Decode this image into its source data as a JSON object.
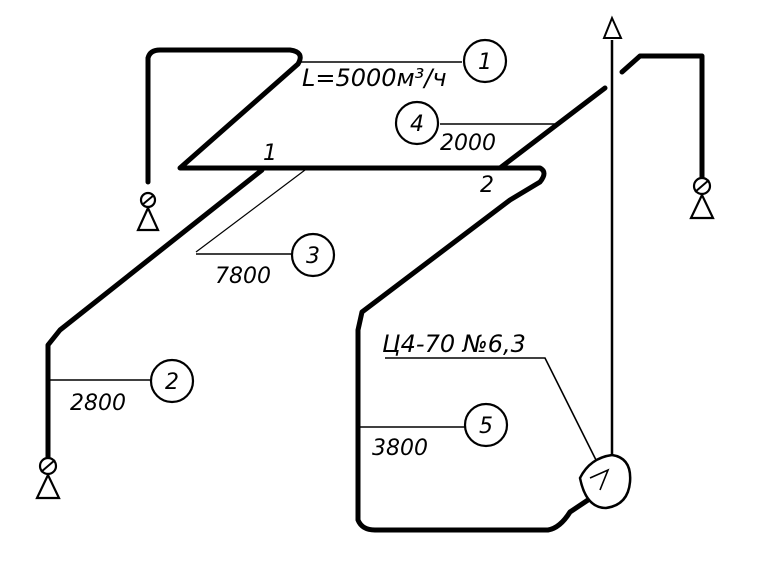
{
  "flow_label": "L=5000м³/ч",
  "fan_label": "Ц4-70 №6,3",
  "nodes": {
    "n1": "1",
    "n2": "2"
  },
  "sections": [
    {
      "id": "1",
      "length": ""
    },
    {
      "id": "2",
      "length": "2800"
    },
    {
      "id": "3",
      "length": "7800"
    },
    {
      "id": "4",
      "length": "2000"
    },
    {
      "id": "5",
      "length": "3800"
    }
  ]
}
